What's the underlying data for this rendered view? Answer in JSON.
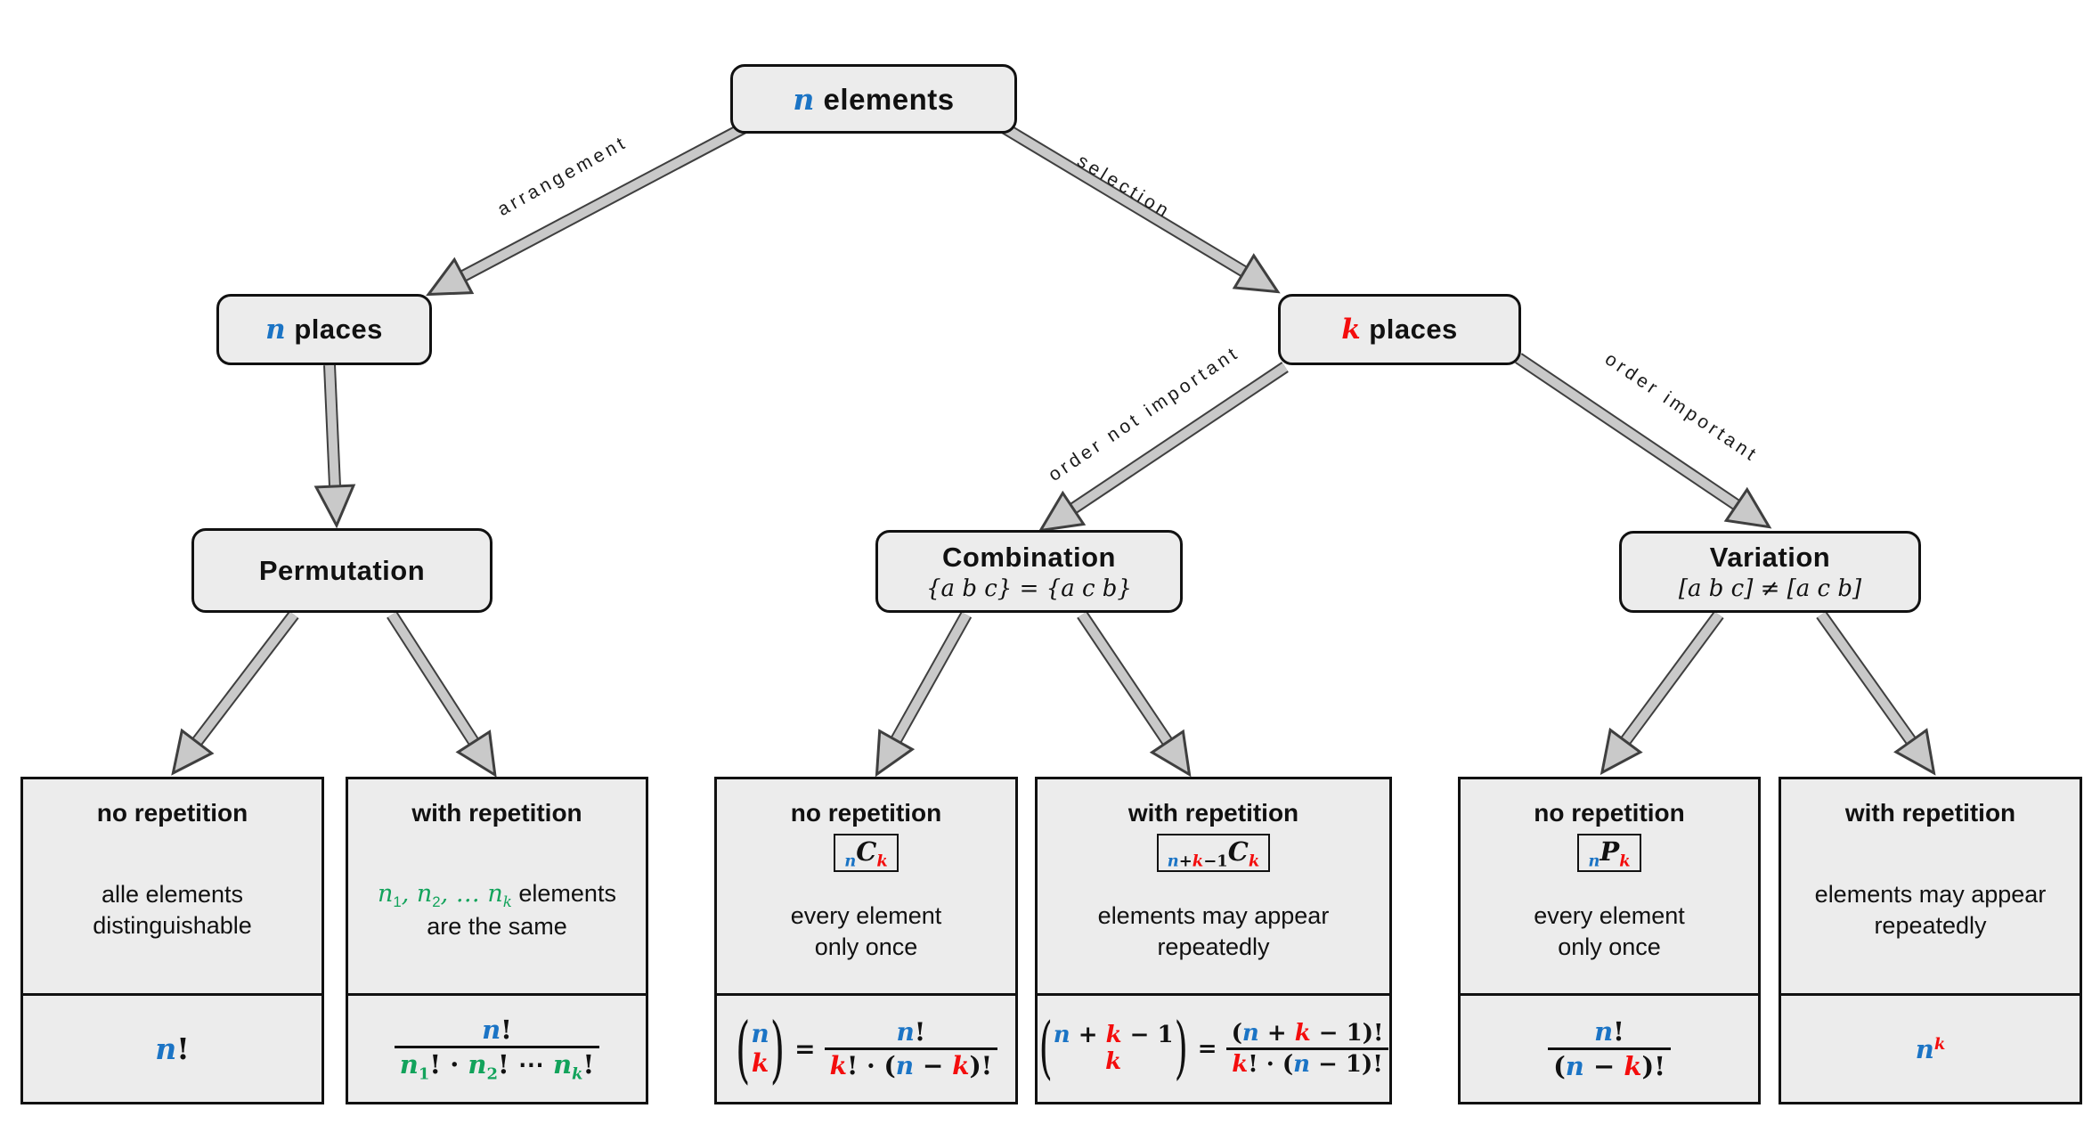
{
  "palette": {
    "b": "#1b74c5",
    "r": "#f40d0d",
    "g": "#12a35b",
    "k": "#111111",
    "box_fill": "#ececec",
    "arrow_fill": "#c9c9c9",
    "arrow_edge": "#3f3f3f"
  },
  "edges": {
    "arrangement": "arrangement",
    "selection": "selection",
    "order_not_important": "order not important",
    "order_important": "order important"
  },
  "nodes": {
    "root": {
      "title_parts": [
        {
          "t": "n",
          "c": "b",
          "it": 1
        },
        {
          "t": " elements"
        }
      ]
    },
    "n_places": {
      "title_parts": [
        {
          "t": "n",
          "c": "b",
          "it": 1
        },
        {
          "t": " places"
        }
      ]
    },
    "k_places": {
      "title_parts": [
        {
          "t": "k",
          "c": "r",
          "it": 1
        },
        {
          "t": " places"
        }
      ]
    },
    "permutation": {
      "title": "Permutation"
    },
    "combination": {
      "title": "Combination",
      "subtitle": "{a b c} = {a c b}"
    },
    "variation": {
      "title": "Variation",
      "subtitle": "[a b c] ≠ [a c b]"
    }
  },
  "leaves": [
    {
      "title": "no repetition",
      "desc": "alle elements\ndistinguishable",
      "formula": [
        {
          "t": "n",
          "c": "b",
          "it": 1
        },
        {
          "t": "!"
        }
      ]
    },
    {
      "title": "with repetition",
      "desc_line1": [
        {
          "t": "n",
          "c": "g",
          "it": 1
        },
        {
          "t": "1",
          "c": "g",
          "v": "sub"
        },
        {
          "t": ", ",
          "c": "g",
          "it": 1
        },
        {
          "t": "n",
          "c": "g",
          "it": 1
        },
        {
          "t": "2",
          "c": "g",
          "v": "sub"
        },
        {
          "t": ", … ",
          "c": "g",
          "it": 1
        },
        {
          "t": "n",
          "c": "g",
          "it": 1
        },
        {
          "t": "k",
          "c": "g",
          "v": "sub",
          "it": 1
        },
        {
          "t": " elements"
        }
      ],
      "desc_line2": "are the same",
      "num": [
        {
          "t": "n",
          "c": "b",
          "it": 1
        },
        {
          "t": "!"
        }
      ],
      "den": [
        {
          "t": "n",
          "c": "g",
          "it": 1
        },
        {
          "t": "1",
          "c": "g",
          "v": "sub"
        },
        {
          "t": "! · "
        },
        {
          "t": "n",
          "c": "g",
          "it": 1
        },
        {
          "t": "2",
          "c": "g",
          "v": "sub"
        },
        {
          "t": "! ⋯ "
        },
        {
          "t": "n",
          "c": "g",
          "it": 1
        },
        {
          "t": "k",
          "c": "g",
          "v": "sub",
          "it": 1
        },
        {
          "t": "!"
        }
      ]
    },
    {
      "title": "no repetition",
      "symbol": [
        {
          "t": "n",
          "c": "b",
          "v": "sub",
          "it": 1
        },
        {
          "t": "C",
          "it": 1
        },
        {
          "t": "k",
          "c": "r",
          "v": "sub",
          "it": 1
        }
      ],
      "desc": "every element\nonly once",
      "binom_top": [
        {
          "t": "n",
          "c": "b",
          "it": 1
        }
      ],
      "binom_bot": [
        {
          "t": "k",
          "c": "r",
          "it": 1
        }
      ],
      "eq": "=",
      "num": [
        {
          "t": "n",
          "c": "b",
          "it": 1
        },
        {
          "t": "!"
        }
      ],
      "den": [
        {
          "t": "k",
          "c": "r",
          "it": 1
        },
        {
          "t": "! · ("
        },
        {
          "t": "n",
          "c": "b",
          "it": 1
        },
        {
          "t": " − "
        },
        {
          "t": "k",
          "c": "r",
          "it": 1
        },
        {
          "t": ")!"
        }
      ]
    },
    {
      "title": "with repetition",
      "symbol": [
        {
          "t": "n",
          "c": "b",
          "v": "sub",
          "it": 1
        },
        {
          "t": "+",
          "v": "sub"
        },
        {
          "t": "k",
          "c": "r",
          "v": "sub",
          "it": 1
        },
        {
          "t": "−1",
          "v": "sub"
        },
        {
          "t": "C",
          "it": 1
        },
        {
          "t": "k",
          "c": "r",
          "v": "sub",
          "it": 1
        }
      ],
      "desc": "elements may appear\nrepeatedly",
      "binom_top": [
        {
          "t": "n",
          "c": "b",
          "it": 1
        },
        {
          "t": " + "
        },
        {
          "t": "k",
          "c": "r",
          "it": 1
        },
        {
          "t": " − 1"
        }
      ],
      "binom_bot": [
        {
          "t": "k",
          "c": "r",
          "it": 1
        }
      ],
      "eq": "=",
      "num": [
        {
          "t": "("
        },
        {
          "t": "n",
          "c": "b",
          "it": 1
        },
        {
          "t": " + "
        },
        {
          "t": "k",
          "c": "r",
          "it": 1
        },
        {
          "t": " − 1)!"
        }
      ],
      "den": [
        {
          "t": "k",
          "c": "r",
          "it": 1
        },
        {
          "t": "! · ("
        },
        {
          "t": "n",
          "c": "b",
          "it": 1
        },
        {
          "t": " − 1)!"
        }
      ]
    },
    {
      "title": "no repetition",
      "symbol": [
        {
          "t": "n",
          "c": "b",
          "v": "sub",
          "it": 1
        },
        {
          "t": "P",
          "it": 1
        },
        {
          "t": "k",
          "c": "r",
          "v": "sub",
          "it": 1
        }
      ],
      "desc": "every element\nonly once",
      "num": [
        {
          "t": "n",
          "c": "b",
          "it": 1
        },
        {
          "t": "!"
        }
      ],
      "den": [
        {
          "t": "("
        },
        {
          "t": "n",
          "c": "b",
          "it": 1
        },
        {
          "t": " − "
        },
        {
          "t": "k",
          "c": "r",
          "it": 1
        },
        {
          "t": ")!"
        }
      ]
    },
    {
      "title": "with repetition",
      "desc": "elements may appear\nrepeatedly",
      "formula": [
        {
          "t": "n",
          "c": "b",
          "it": 1
        },
        {
          "t": "k",
          "c": "r",
          "v": "sup",
          "it": 1
        }
      ]
    }
  ]
}
